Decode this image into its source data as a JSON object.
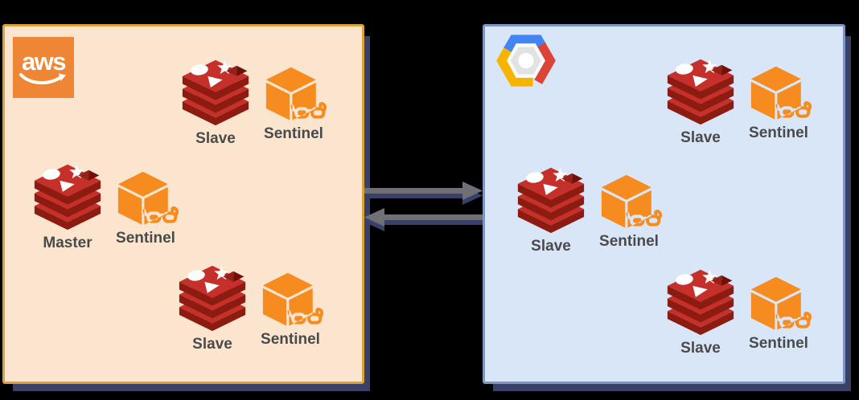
{
  "diagram_type": "cross-cloud redis replication architecture",
  "regions": [
    {
      "name": "aws",
      "provider": "Amazon Web Services",
      "logo_text": "aws",
      "background": "#FBE5CE",
      "border_color": "#D9A23B",
      "nodes": [
        {
          "db_label": "Slave",
          "sentinel_label": "Sentinel",
          "position": "top-right"
        },
        {
          "db_label": "Master",
          "sentinel_label": "Sentinel",
          "position": "middle-left"
        },
        {
          "db_label": "Slave",
          "sentinel_label": "Sentinel",
          "position": "bottom-right"
        }
      ]
    },
    {
      "name": "gcp",
      "provider": "Google Cloud Platform",
      "logo_text": "",
      "background": "#D9E6F8",
      "border_color": "#8096C2",
      "nodes": [
        {
          "db_label": "Slave",
          "sentinel_label": "Sentinel",
          "position": "top-right"
        },
        {
          "db_label": "Slave",
          "sentinel_label": "Sentinel",
          "position": "middle-left"
        },
        {
          "db_label": "Slave",
          "sentinel_label": "Sentinel",
          "position": "bottom-right"
        }
      ]
    }
  ],
  "arrows": [
    {
      "name": "aws-to-gcp",
      "direction": "right"
    },
    {
      "name": "gcp-to-aws",
      "direction": "left"
    }
  ],
  "icons": {
    "redis": "redis-database-stack-icon",
    "sentinel": "orange-cube-with-glasses-icon",
    "aws": "aws-smile-logo",
    "gcp": "google-cloud-hexagon-logo"
  },
  "colors": {
    "canvas_bg": "#000000",
    "redis_red": "#C6302B",
    "redis_dark_red": "#8C1B11",
    "sentinel_orange": "#F68B1F",
    "aws_orange": "#EF8636",
    "arrow_gray": "#6F7076",
    "shadow_navy": "#3A4168",
    "label_gray": "#4A4A4A",
    "gcp_blue": "#4285F4",
    "gcp_red": "#DB4437",
    "gcp_yellow": "#F4B400"
  }
}
